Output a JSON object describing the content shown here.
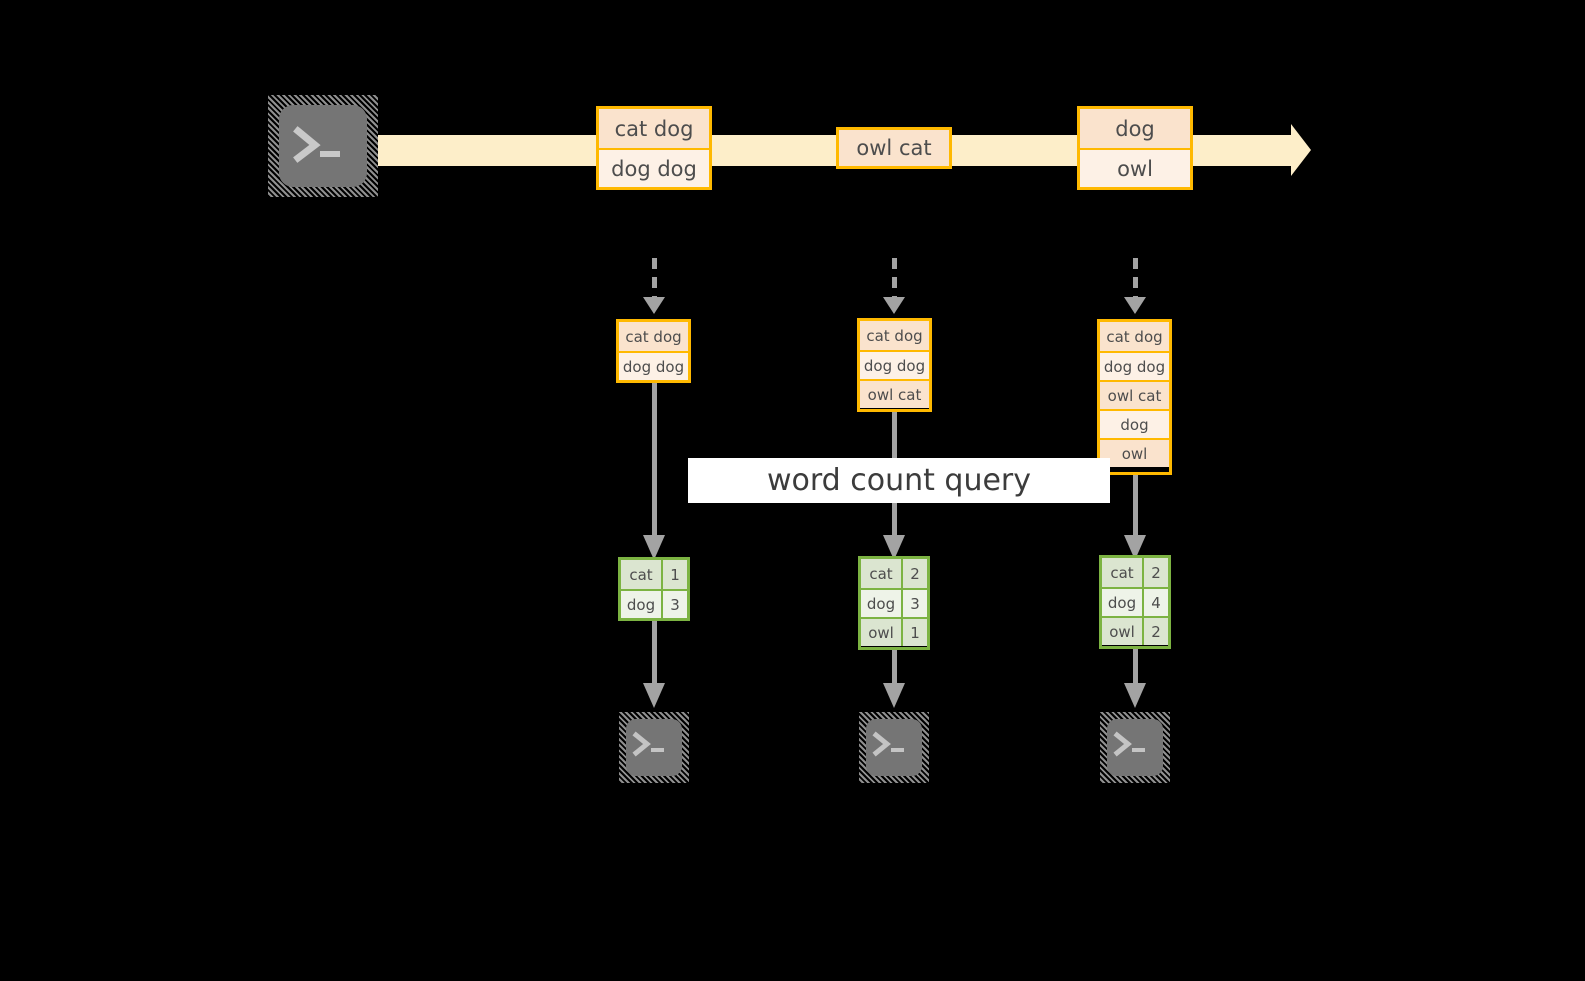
{
  "diagram": {
    "title_label": "word count query",
    "colors": {
      "stream_band": "#fdeec9",
      "record_border": "#ffb900",
      "record_fill_dark": "#fae3cd",
      "record_fill_light": "#fdf1e6",
      "table_border": "#7cb342",
      "table_fill_dark": "#dbe5d0",
      "table_fill_light": "#eef3e8",
      "arrow": "#a3a3a3",
      "terminal": "#757575",
      "background": "#000000"
    },
    "source_terminal": {
      "icon": "terminal-prompt-icon",
      "glyph": ">_"
    },
    "stream_records": [
      {
        "name": "record-cat-dog-dog-dog",
        "lines": [
          "cat dog",
          "dog dog"
        ]
      },
      {
        "name": "record-owl-cat",
        "lines": [
          "owl cat"
        ]
      },
      {
        "name": "record-dog-owl",
        "lines": [
          "dog",
          "owl"
        ]
      }
    ],
    "snapshots": [
      {
        "name": "snapshot-1",
        "lines": [
          "cat dog",
          "dog dog"
        ]
      },
      {
        "name": "snapshot-2",
        "lines": [
          "cat dog",
          "dog dog",
          "owl cat"
        ]
      },
      {
        "name": "snapshot-3",
        "lines": [
          "cat dog",
          "dog dog",
          "owl cat",
          "dog",
          "owl"
        ]
      }
    ],
    "results": [
      {
        "name": "result-1",
        "rows": [
          [
            "cat",
            "1"
          ],
          [
            "dog",
            "3"
          ]
        ]
      },
      {
        "name": "result-2",
        "rows": [
          [
            "cat",
            "2"
          ],
          [
            "dog",
            "3"
          ],
          [
            "owl",
            "1"
          ]
        ]
      },
      {
        "name": "result-3",
        "rows": [
          [
            "cat",
            "2"
          ],
          [
            "dog",
            "4"
          ],
          [
            "owl",
            "2"
          ]
        ]
      }
    ],
    "sink_terminals": [
      {
        "icon": "terminal-prompt-icon",
        "glyph": ">_"
      },
      {
        "icon": "terminal-prompt-icon",
        "glyph": ">_"
      },
      {
        "icon": "terminal-prompt-icon",
        "glyph": ">_"
      }
    ]
  }
}
